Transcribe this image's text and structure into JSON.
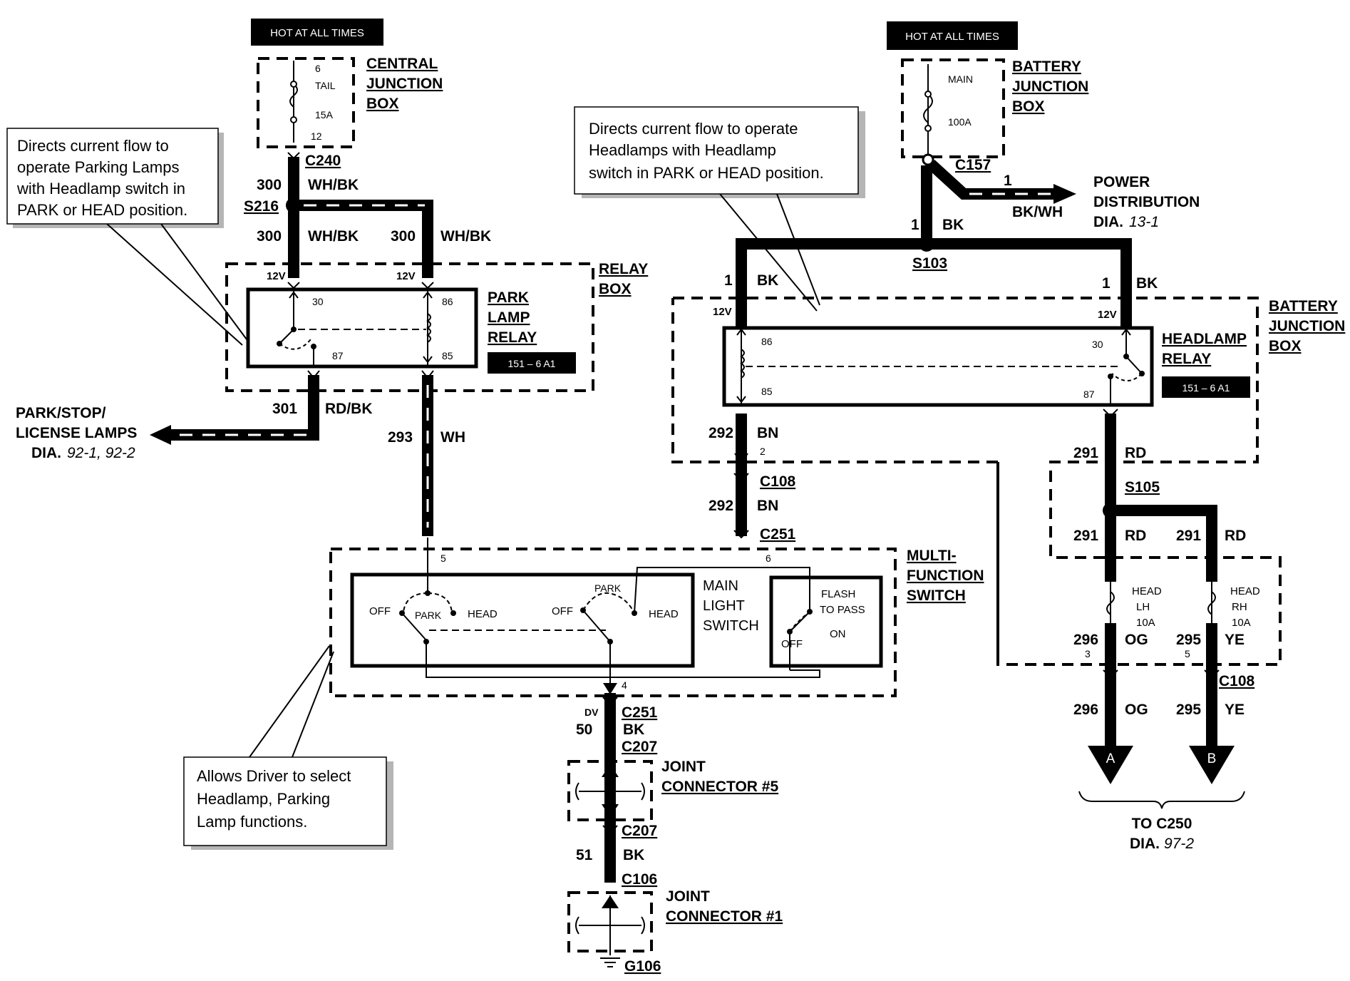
{
  "labels": {
    "hot_left": "HOT AT ALL TIMES",
    "hot_right": "HOT AT ALL TIMES",
    "central_box": [
      "CENTRAL",
      "JUNCTION",
      "BOX"
    ],
    "fuse_tail": [
      "6",
      "TAIL",
      "15A",
      "12"
    ],
    "battery_box_top": [
      "BATTERY",
      "JUNCTION",
      "BOX"
    ],
    "fuse_main": [
      "MAIN",
      "100A"
    ],
    "relay_box": [
      "RELAY",
      "BOX"
    ],
    "battery_box_right": [
      "BATTERY",
      "JUNCTION",
      "BOX"
    ],
    "park_relay": [
      "PARK",
      "LAMP",
      "RELAY"
    ],
    "head_relay": [
      "HEADLAMP",
      "RELAY"
    ],
    "relay_ref_left": "151 – 6 A1",
    "relay_ref_right": "151 – 6 A1",
    "multi_switch": [
      "MULTI-",
      "FUNCTION",
      "SWITCH"
    ],
    "main_light_switch": [
      "MAIN",
      "LIGHT",
      "SWITCH"
    ],
    "flash": [
      "FLASH",
      "TO PASS"
    ],
    "on": "ON",
    "off": "OFF",
    "park": "PARK",
    "head": "HEAD",
    "power_dist": [
      "POWER",
      "DISTRIBUTION",
      "DIA."
    ],
    "power_dist_ref": "13-1",
    "park_lamps": [
      "PARK/STOP/",
      "LICENSE LAMPS",
      "DIA."
    ],
    "park_lamps_ref": "92-1, 92-2",
    "joint5": [
      "JOINT",
      "CONNECTOR #5"
    ],
    "joint1": [
      "JOINT",
      "CONNECTOR #1"
    ],
    "to_c250": [
      "TO C250",
      "DIA."
    ],
    "to_c250_ref": "97-2",
    "arrow_a": "A",
    "arrow_b": "B",
    "head_lh": [
      "HEAD",
      "LH",
      "10A"
    ],
    "head_rh": [
      "HEAD",
      "RH",
      "10A"
    ]
  },
  "connectors": {
    "c240": "C240",
    "s216": "S216",
    "c157": "C157",
    "s103": "S103",
    "c108_top": "C108",
    "c251_top": "C251",
    "s105": "S105",
    "c108_bottom": "C108",
    "c251_bottom": "C251",
    "c207_top": "C207",
    "c207_bottom": "C207",
    "c106": "C106",
    "g106": "G106"
  },
  "circuits": {
    "w300a": "300",
    "wh_bk_a": "WH/BK",
    "w300b": "300",
    "wh_bk_b": "WH/BK",
    "w300c": "300",
    "wh_bk_c": "WH/BK",
    "w301": "301",
    "rd_bk": "RD/BK",
    "w293": "293",
    "wh": "WH",
    "w1a": "1",
    "bk_wh": "BK/WH",
    "w1b": "1",
    "bk_b": "BK",
    "w1c": "1",
    "bk_c": "BK",
    "w1d": "1",
    "bk_d": "BK",
    "w292a": "292",
    "bn_a": "BN",
    "w292b": "292",
    "bn_b": "BN",
    "w291a": "291",
    "rd_a": "RD",
    "w291b": "291",
    "rd_b": "RD",
    "w291c": "291",
    "rd_c": "RD",
    "w296a": "296",
    "og_a": "OG",
    "w295a": "295",
    "ye_a": "YE",
    "w296b": "296",
    "og_b": "OG",
    "w295b": "295",
    "ye_b": "YE",
    "w50": "50",
    "bk_50": "BK",
    "dv": "DV",
    "w51": "51",
    "bk_51": "BK"
  },
  "pins": {
    "p12v_a": "12V",
    "p12v_b": "12V",
    "p12v_c": "12V",
    "p12v_d": "12V",
    "p30a": "30",
    "p86a": "86",
    "p87a": "87",
    "p85a": "85",
    "p86b": "86",
    "p85b": "85",
    "p30b": "30",
    "p87b": "87",
    "p2": "2",
    "p5": "5",
    "p6": "6",
    "p4": "4",
    "p3": "3",
    "p5b": "5"
  },
  "callouts": {
    "parking": [
      "Directs current flow to",
      "operate Parking Lamps",
      "with Headlamp switch in",
      "PARK or HEAD position."
    ],
    "headlamps": [
      "Directs current flow to operate",
      "Headlamps  with Headlamp",
      "switch in PARK or HEAD position."
    ],
    "driver": [
      "Allows Driver to select",
      "Headlamp, Parking",
      "Lamp functions."
    ]
  }
}
